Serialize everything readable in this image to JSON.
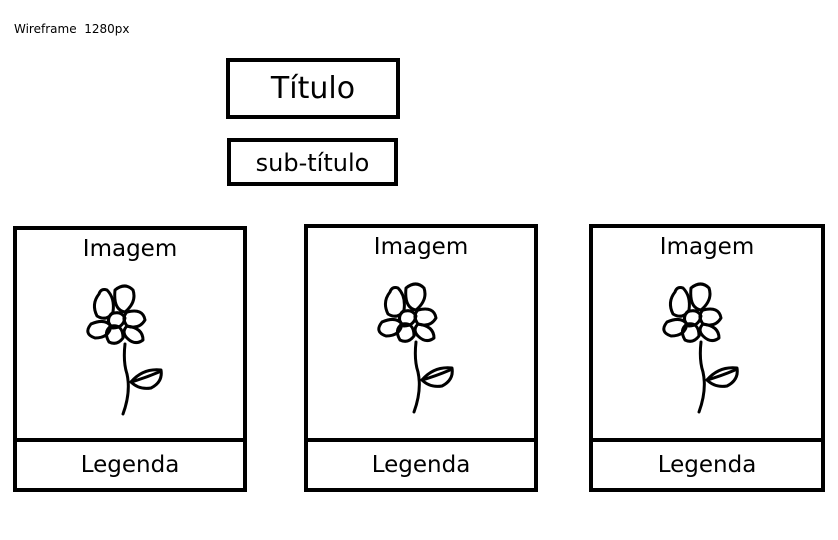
{
  "note": "Wireframe  1280px",
  "title": "Título",
  "subtitle": "sub-título",
  "cards": [
    {
      "image_label": "Imagem",
      "caption": "Legenda"
    },
    {
      "image_label": "Imagem",
      "caption": "Legenda"
    },
    {
      "image_label": "Imagem",
      "caption": "Legenda"
    }
  ],
  "icons": {
    "image_placeholder": "flower-sketch-icon"
  }
}
